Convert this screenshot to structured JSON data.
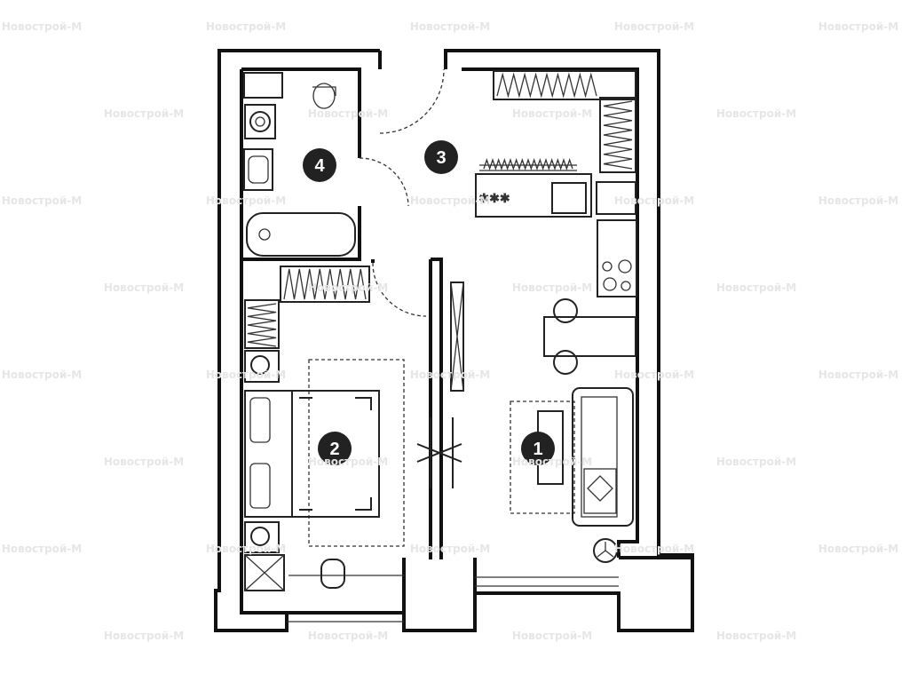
{
  "watermark": "Новострой-М",
  "rooms": [
    {
      "number": "1"
    },
    {
      "number": "2"
    },
    {
      "number": "3"
    },
    {
      "number": "4"
    }
  ],
  "colors": {
    "wall": "#111111",
    "label_bg": "#222222",
    "watermark": "#e6e6e6"
  }
}
